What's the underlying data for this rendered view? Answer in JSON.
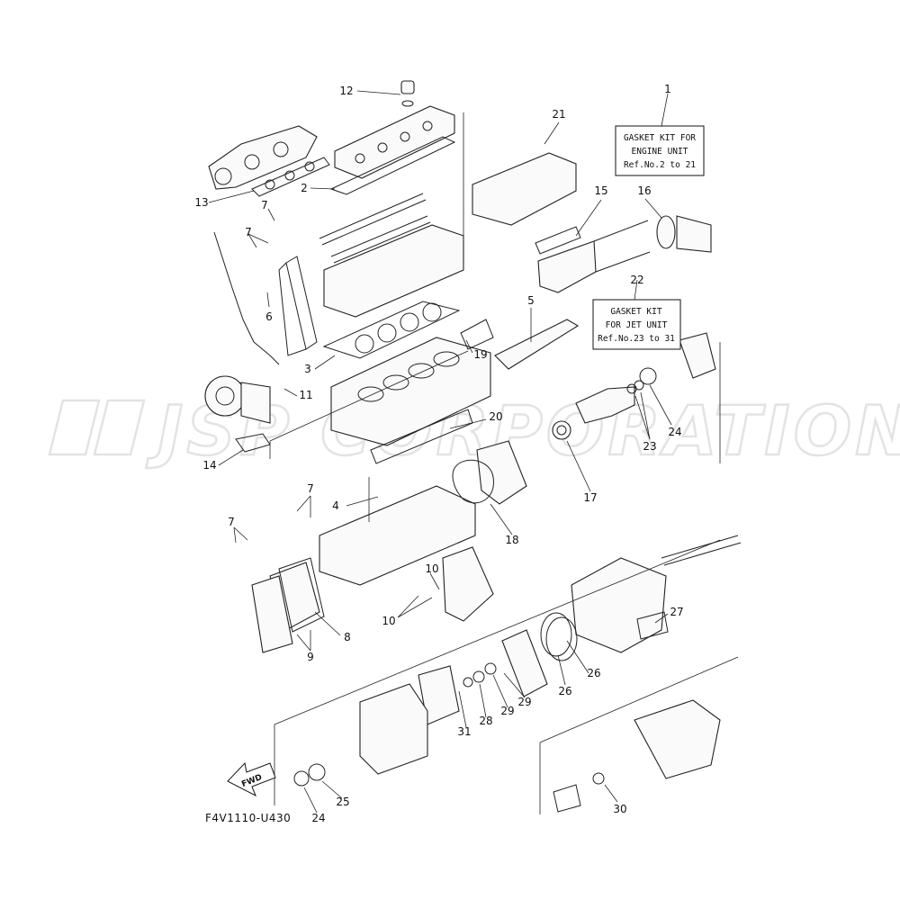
{
  "diagram_code": "F4V1110-U430",
  "watermark": "JSP CORPORATION",
  "fwd_label": "FWD",
  "gasket_kit_engine": {
    "callout": "1",
    "line1": "GASKET KIT FOR",
    "line2": "ENGINE UNIT",
    "line3": "Ref.No.2 to 21"
  },
  "gasket_kit_jet": {
    "callout": "22",
    "line1": "GASKET KIT",
    "line2": "FOR JET UNIT",
    "line3": "Ref.No.23 to 31"
  },
  "callouts": {
    "c12": "12",
    "c2": "2",
    "c13": "13",
    "c7a": "7",
    "c7b": "7",
    "c6": "6",
    "c3": "3",
    "c11": "11",
    "c14": "14",
    "c21": "21",
    "c15": "15",
    "c16": "16",
    "c5": "5",
    "c19": "19",
    "c20": "20",
    "c24a": "24",
    "c23": "23",
    "c17": "17",
    "c18": "18",
    "c4": "4",
    "c7c": "7",
    "c7d": "7",
    "c10a": "10",
    "c10b": "10",
    "c8": "8",
    "c9": "9",
    "c27": "27",
    "c26a": "26",
    "c26b": "26",
    "c29a": "29",
    "c29b": "29",
    "c28": "28",
    "c31": "31",
    "c25": "25",
    "c24b": "24",
    "c30": "30"
  }
}
